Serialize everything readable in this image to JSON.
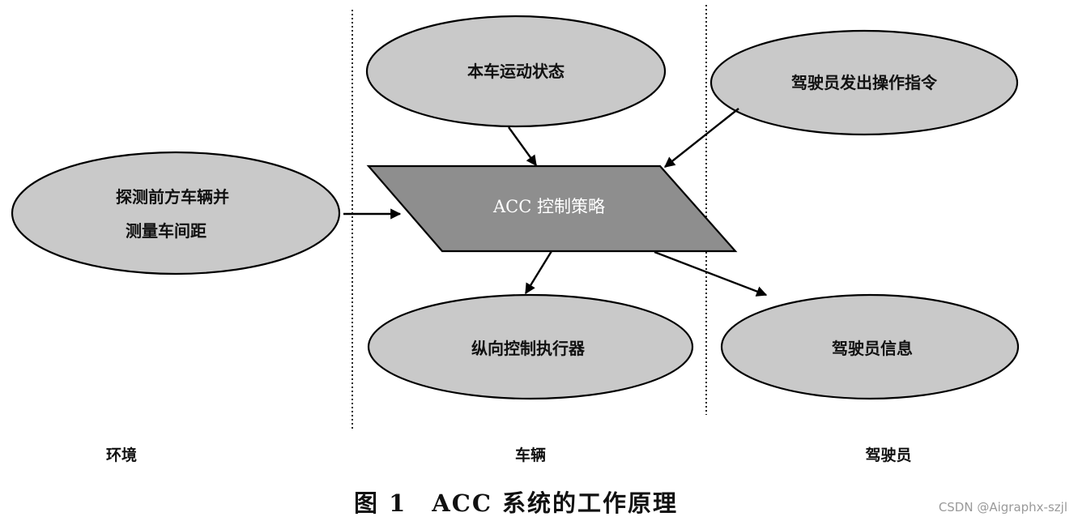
{
  "colors": {
    "ellipse_fill": "#c9c9c9",
    "policy_fill": "#8e8e8e",
    "stroke": "#000000",
    "policy_text": "#ffffff",
    "watermark": "#9a9a9a"
  },
  "nodes": {
    "vehicle_motion_state": "本车运动状态",
    "driver_command": "驾驶员发出操作指令",
    "detect_line1": "探测前方车辆并",
    "detect_line2": "测量车间距",
    "acc_policy": "ACC 控制策略",
    "longitudinal_actuator": "纵向控制执行器",
    "driver_info": "驾驶员信息"
  },
  "zones": {
    "environment": "环境",
    "vehicle": "车辆",
    "driver": "驾驶员"
  },
  "caption": "图 1　ACC 系统的工作原理",
  "watermark": "CSDN @Aigraphx-szjl"
}
